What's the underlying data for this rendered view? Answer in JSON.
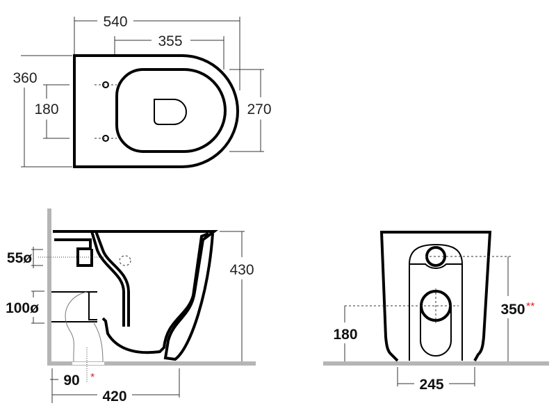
{
  "top_view": {
    "width_total": "540",
    "width_inner": "355",
    "depth_total": "360",
    "fixing_spacing": "180",
    "depth_right": "270"
  },
  "side_view": {
    "inlet_diameter": "55ø",
    "outlet_diameter": "100ø",
    "height": "430",
    "outlet_distance": "90",
    "outlet_note_marker": "*",
    "length": "420"
  },
  "front_view": {
    "inlet_height": "350",
    "inlet_note_marker": "**",
    "outlet_height": "180",
    "base_width": "245"
  },
  "colors": {
    "line": "#000000",
    "floor": "#b5b5b5",
    "note": "#e0262b"
  }
}
